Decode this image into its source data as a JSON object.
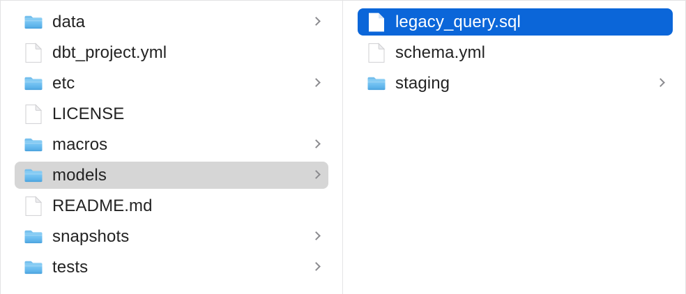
{
  "window": {
    "view_mode": "column-view",
    "accent_color": "#0b66d9",
    "selection_gray": "#d6d6d6",
    "text_color": "#232323",
    "divider_color": "#e4e4e6"
  },
  "columns": [
    {
      "name": "parent-column",
      "items": [
        {
          "label": "data",
          "kind": "folder",
          "icon": "folder-icon",
          "has_chevron": true,
          "state": "none"
        },
        {
          "label": "dbt_project.yml",
          "kind": "file",
          "icon": "document-icon",
          "has_chevron": false,
          "state": "none"
        },
        {
          "label": "etc",
          "kind": "folder",
          "icon": "folder-icon",
          "has_chevron": true,
          "state": "none"
        },
        {
          "label": "LICENSE",
          "kind": "file",
          "icon": "document-icon",
          "has_chevron": false,
          "state": "none"
        },
        {
          "label": "macros",
          "kind": "folder",
          "icon": "folder-icon",
          "has_chevron": true,
          "state": "none"
        },
        {
          "label": "models",
          "kind": "folder",
          "icon": "folder-icon",
          "has_chevron": true,
          "state": "selected-gray"
        },
        {
          "label": "README.md",
          "kind": "file",
          "icon": "document-icon",
          "has_chevron": false,
          "state": "none"
        },
        {
          "label": "snapshots",
          "kind": "folder",
          "icon": "folder-icon",
          "has_chevron": true,
          "state": "none"
        },
        {
          "label": "tests",
          "kind": "folder",
          "icon": "folder-icon",
          "has_chevron": true,
          "state": "none"
        }
      ]
    },
    {
      "name": "child-column",
      "items": [
        {
          "label": "legacy_query.sql",
          "kind": "file",
          "icon": "document-icon",
          "has_chevron": false,
          "state": "selected-blue"
        },
        {
          "label": "schema.yml",
          "kind": "file",
          "icon": "document-icon",
          "has_chevron": false,
          "state": "none"
        },
        {
          "label": "staging",
          "kind": "folder",
          "icon": "folder-icon",
          "has_chevron": true,
          "state": "none"
        }
      ]
    }
  ]
}
